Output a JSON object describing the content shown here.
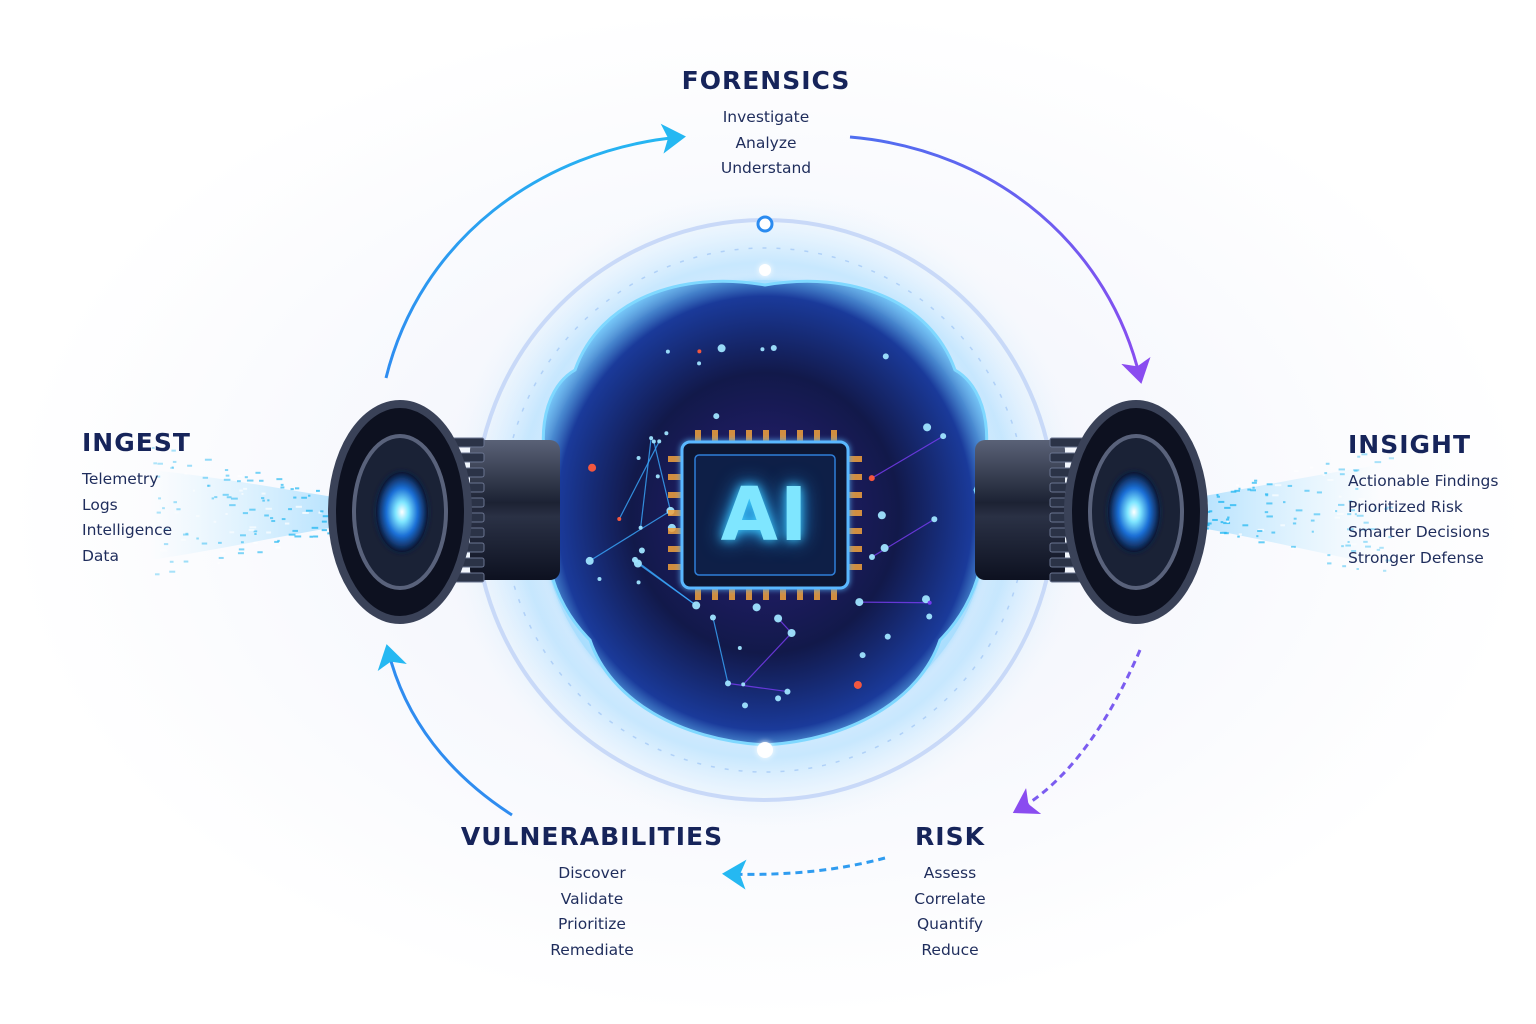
{
  "center": {
    "chip_label": "AI"
  },
  "stages": {
    "forensics": {
      "title": "FORENSICS",
      "items": [
        "Investigate",
        "Analyze",
        "Understand"
      ]
    },
    "ingest": {
      "title": "INGEST",
      "items": [
        "Telemetry",
        "Logs",
        "Intelligence",
        "Data"
      ]
    },
    "insight": {
      "title": "INSIGHT",
      "items": [
        "Actionable Findings",
        "Prioritized Risk",
        "Smarter Decisions",
        "Stronger Defense"
      ]
    },
    "vulnerabilities": {
      "title": "VULNERABILITIES",
      "items": [
        "Discover",
        "Validate",
        "Prioritize",
        "Remediate"
      ]
    },
    "risk": {
      "title": "RISK",
      "items": [
        "Assess",
        "Correlate",
        "Quantify",
        "Reduce"
      ]
    }
  },
  "colors": {
    "title_text": "#16245a",
    "arrow_blue": "#2f8cf0",
    "arrow_cyan": "#25b8f2",
    "arrow_violet": "#8a4cf0",
    "brain_glow": "#3aa9ff",
    "brain_purple": "#7a3cf5",
    "brain_red": "#ff5a3c",
    "chip_text": "#7fe6ff"
  },
  "icons": [
    "brain-graphic",
    "ai-chip-icon",
    "left-turbine-icon",
    "right-turbine-icon",
    "cycle-arrow-icon"
  ]
}
